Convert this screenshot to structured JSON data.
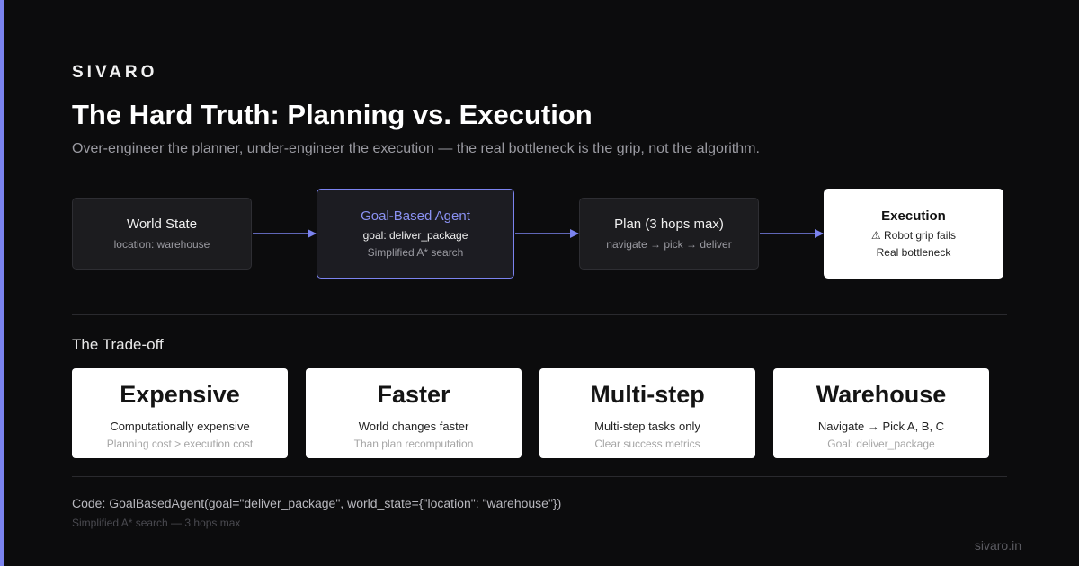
{
  "brand": "SIVARO",
  "title": "The Hard Truth: Planning vs. Execution",
  "subtitle": "Over-engineer the planner, under-engineer the execution — the real bottleneck is the grip, not the algorithm.",
  "flow": {
    "world_state": {
      "title": "World State",
      "sub": "location: warehouse"
    },
    "agent": {
      "title": "Goal-Based Agent",
      "sub1": "goal: deliver_package",
      "sub2": "Simplified A* search"
    },
    "plan": {
      "title": "Plan (3 hops max)",
      "sub": "navigate → pick → deliver"
    },
    "execution": {
      "title": "Execution",
      "sub1": "⚠ Robot grip fails",
      "sub2": "Real bottleneck"
    }
  },
  "tradeoff": {
    "label": "The Trade-off",
    "cards": [
      {
        "big": "Expensive",
        "mid": "Computationally expensive",
        "small": "Planning cost > execution cost"
      },
      {
        "big": "Faster",
        "mid": "World changes faster",
        "small": "Than plan recomputation"
      },
      {
        "big": "Multi-step",
        "mid": "Multi-step tasks only",
        "small": "Clear success metrics"
      },
      {
        "big": "Warehouse",
        "mid": "Navigate → Pick A, B, C",
        "small": "Goal: deliver_package"
      }
    ]
  },
  "code": "Code: GoalBasedAgent(goal=\"deliver_package\", world_state={\"location\": \"warehouse\"})",
  "code_note": "Simplified A* search — 3 hops max",
  "footer_url": "sivaro.in",
  "colors": {
    "accent": "#7b83ef",
    "background": "#0c0c0d",
    "node_dark": "#1c1c1f",
    "card": "#ffffff"
  }
}
